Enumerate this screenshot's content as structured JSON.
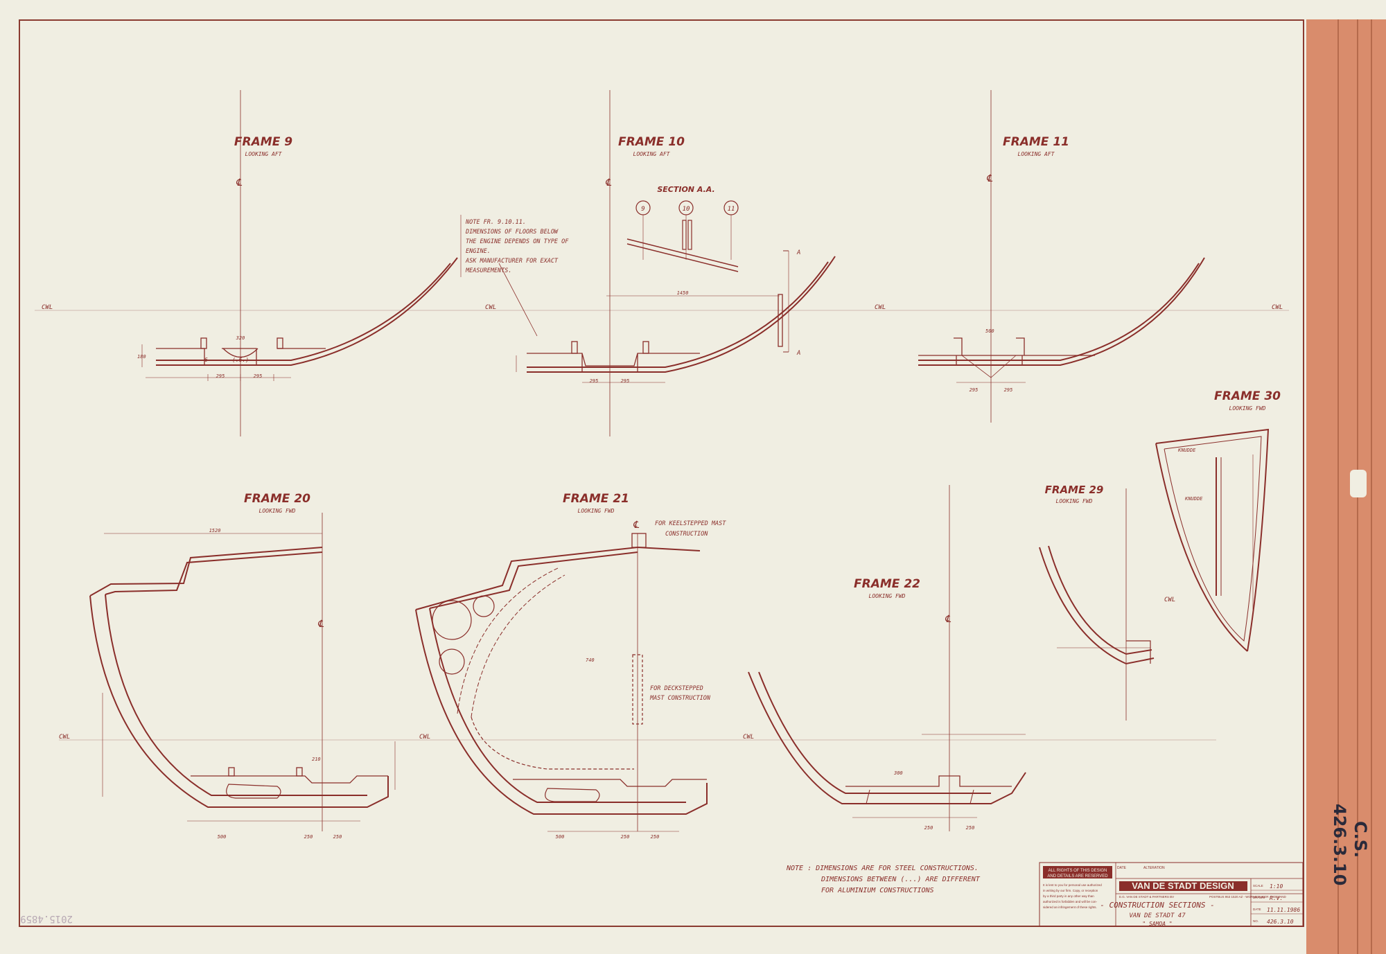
{
  "frames": {
    "f9": {
      "title": "FRAME 9",
      "sub": "LOOKING AFT"
    },
    "f10": {
      "title": "FRAME 10",
      "sub": "LOOKING AFT"
    },
    "f11": {
      "title": "FRAME 11",
      "sub": "LOOKING AFT"
    },
    "f20": {
      "title": "FRAME 20",
      "sub": "LOOKING FWD"
    },
    "f21": {
      "title": "FRAME 21",
      "sub": "LOOKING FWD"
    },
    "f22": {
      "title": "FRAME 22",
      "sub": "LOOKING FWD"
    },
    "f29": {
      "title": "FRAME 29",
      "sub": "LOOKING FWD"
    },
    "f30": {
      "title": "FRAME 30",
      "sub": "LOOKING FWD"
    }
  },
  "section_aa": {
    "title": "SECTION A.A.",
    "circles": [
      "9",
      "10",
      "11"
    ],
    "arrow_label": "A"
  },
  "cwl_label": "CWL",
  "centerline_label": "℄",
  "note_engine": [
    "NOTE FR. 9.10.11.",
    "DIMENSIONS OF FLOORS BELOW",
    "THE ENGINE DEPENDS ON TYPE OF",
    "ENGINE.",
    "ASK MANUFACTURER FOR EXACT",
    "MEASUREMENTS."
  ],
  "note_steel": [
    "NOTE : DIMENSIONS ARE FOR STEEL CONSTRUCTIONS.",
    "DIMENSIONS BETWEEN (...) ARE DIFFERENT",
    "FOR ALUMINIUM CONSTRUCTIONS"
  ],
  "mast_notes": {
    "keel": [
      "FOR KEELSTEPPED MAST",
      "CONSTRUCTION"
    ],
    "deck": [
      "FOR DECKSTEPPED",
      "MAST CONSTRUCTION"
    ]
  },
  "labels": {
    "dims_9": [
      "295",
      "295",
      "320",
      "180"
    ],
    "dims_10": [
      "295",
      "295",
      "1450"
    ],
    "dims_11": [
      "295",
      "295",
      "500"
    ],
    "dims_20": [
      "1520",
      "500",
      "250",
      "250",
      "210"
    ],
    "dims_21": [
      "500",
      "250",
      "250",
      "740"
    ],
    "dims_22": [
      "250",
      "250",
      "300"
    ],
    "shell": "6",
    "brackets": "(.6.)",
    "knudde": "KNUDDE"
  },
  "title_block": {
    "rights": [
      "ALL RIGHTS OF THIS DESIGN",
      "AND DETAILS ARE RESERVED"
    ],
    "rights_body": [
      "It is lent to you for personal use authorized",
      "in writing by our firm. Copy, or reception",
      "by a third party in any other way than",
      "authorized is forbidden and will be con-",
      "sidered an infringement of these rights."
    ],
    "header_cols": [
      "DATE",
      "ALTERATION"
    ],
    "firm": "VAN DE STADT DESIGN",
    "firm_sub": "E.G. VAN DE STADT & PARTNERS BV",
    "firm_addr": "POSTBUS 953   1520 AZ - WORMERVEER - HOLLAND",
    "drawing_title": "- CONSTRUCTION SECTIONS -",
    "model": "VAN DE STADT 47",
    "name": "\" SAMOA \"",
    "fields": [
      {
        "key": "SCALE",
        "value": "1:10"
      },
      {
        "key": "DRAWN",
        "value": "R.V."
      },
      {
        "key": "DATE",
        "value": "11.11.1986"
      },
      {
        "key": "NO.",
        "value": "426.3.10"
      }
    ]
  },
  "side_tab": [
    "C.S.",
    "426.3.10"
  ],
  "pencil_note": "2015.4859",
  "colors": {
    "ink": "#8a2e2a",
    "paper": "#f0eee2",
    "tab": "#d98c6c",
    "pencil": "#b8a9b4"
  }
}
